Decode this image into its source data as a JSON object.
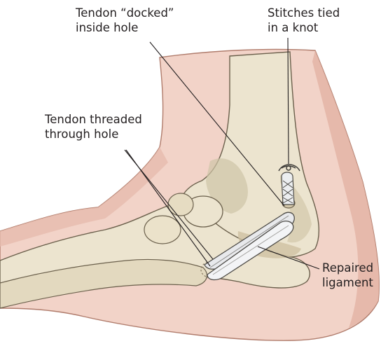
{
  "labels": {
    "tendon_docked": {
      "line1": "Tendon “docked”",
      "line2": "inside hole"
    },
    "stitches": {
      "line1": "Stitches tied",
      "line2": "in a knot"
    },
    "tendon_threaded": {
      "line1": "Tendon threaded",
      "line2": "through hole"
    },
    "repaired_ligament": {
      "line1": "Repaired",
      "line2": "ligament"
    }
  },
  "colors": {
    "skin": "#f2d3c8",
    "skin_shadow": "#e2b3a4",
    "bone": "#ece4cf",
    "bone_shadow": "#c9bea0",
    "tendon": "#e6e7ea",
    "text": "#231f20"
  }
}
